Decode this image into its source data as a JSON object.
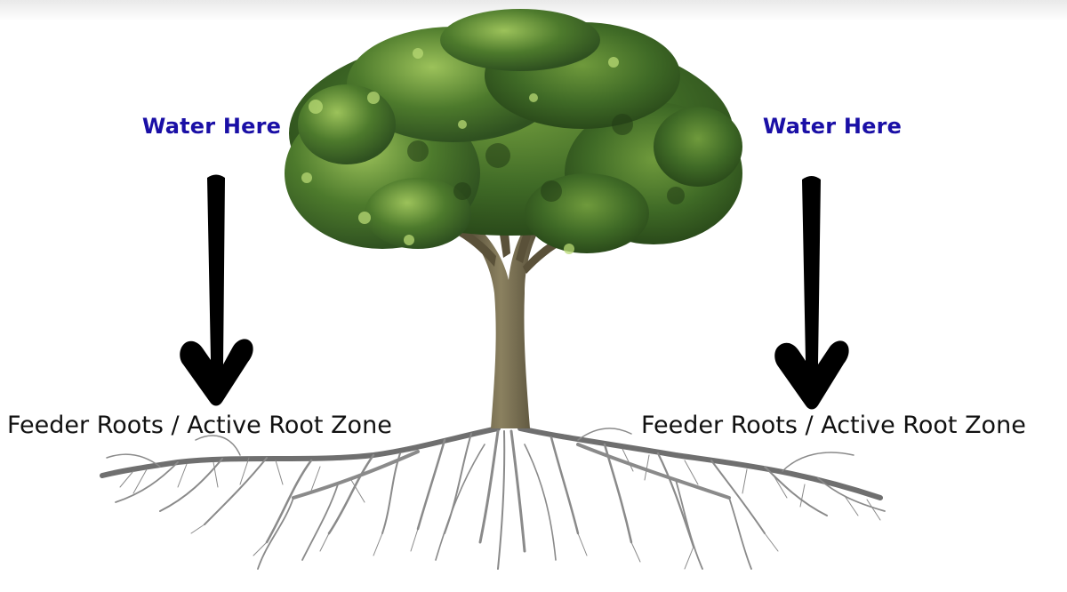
{
  "colors": {
    "water_label": "#1a0fa6",
    "arrow": "#000000",
    "foliage": "#3f6a26",
    "trunk": "#6e6349",
    "roots": "#7a7a7a"
  },
  "labels": {
    "water_left": "Water Here",
    "water_right": "Water Here",
    "root_zone_left": "Feeder Roots / Active Root Zone",
    "root_zone_right": "Feeder Roots / Active Root Zone"
  },
  "icons": {
    "tree": "tree-icon",
    "arrow": "down-arrow-icon",
    "roots": "root-system-icon"
  }
}
